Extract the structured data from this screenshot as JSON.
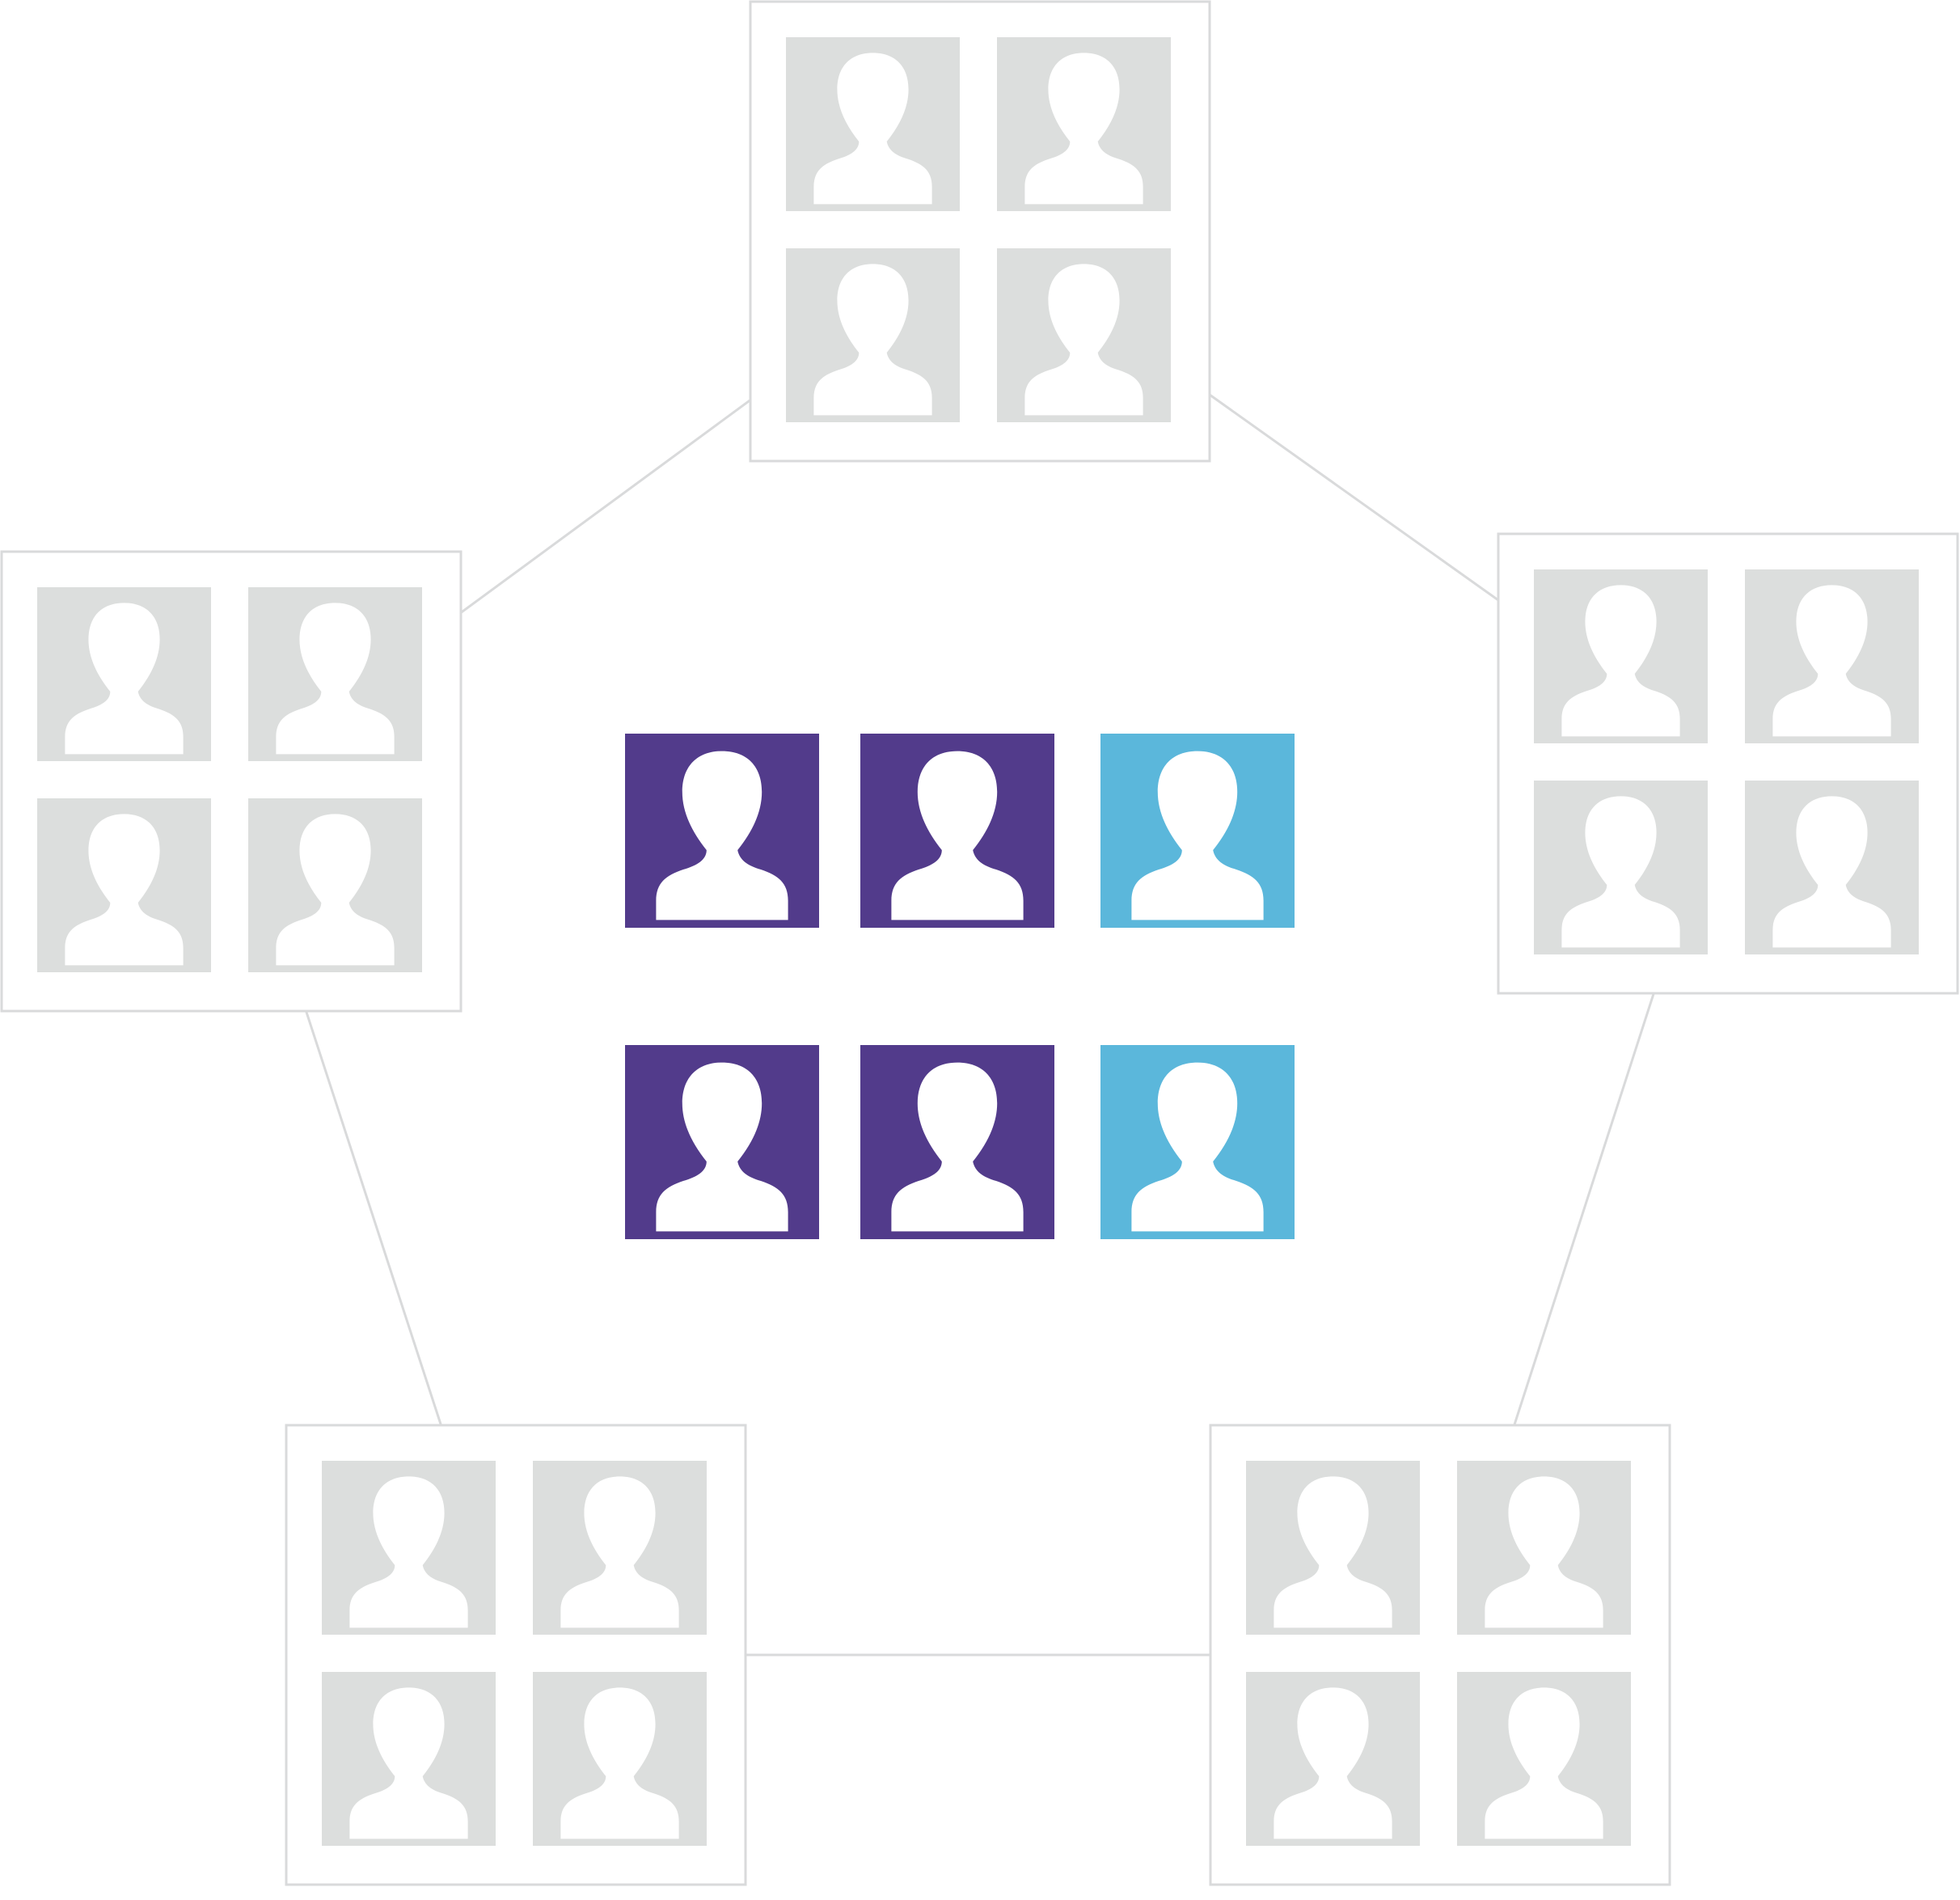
{
  "colors": {
    "background": "#ffffff",
    "frame_border": "#d9dadb",
    "connector": "#d9dadb",
    "tile_gray": "#dcdedd",
    "tile_purple": "#523b8b",
    "tile_blue": "#5bb7db",
    "silhouette": "#ffffff"
  },
  "icons": {
    "person": "person-silhouette-icon"
  },
  "outer_groups": [
    {
      "id": "top",
      "tile_colors": [
        "gray",
        "gray",
        "gray",
        "gray"
      ]
    },
    {
      "id": "left",
      "tile_colors": [
        "gray",
        "gray",
        "gray",
        "gray"
      ]
    },
    {
      "id": "right",
      "tile_colors": [
        "gray",
        "gray",
        "gray",
        "gray"
      ]
    },
    {
      "id": "bottom-left",
      "tile_colors": [
        "gray",
        "gray",
        "gray",
        "gray"
      ]
    },
    {
      "id": "bottom-right",
      "tile_colors": [
        "gray",
        "gray",
        "gray",
        "gray"
      ]
    }
  ],
  "center_group": {
    "tile_colors": [
      "purple",
      "purple",
      "blue",
      "purple",
      "purple",
      "blue"
    ]
  },
  "connections": [
    [
      "top",
      "right"
    ],
    [
      "right",
      "bottom-right"
    ],
    [
      "bottom-right",
      "bottom-left"
    ],
    [
      "bottom-left",
      "left"
    ],
    [
      "left",
      "top"
    ]
  ]
}
